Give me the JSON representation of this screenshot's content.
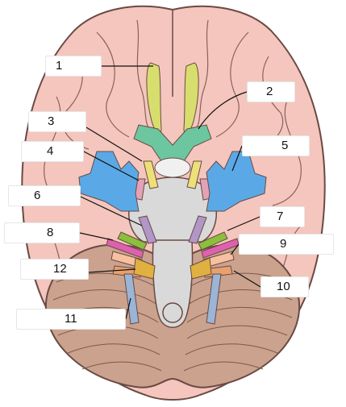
{
  "colors": {
    "cerebrum": "#f4c6bd",
    "cerebrum_stroke": "#6a4a44",
    "cerebellum": "#caa28e",
    "brainstem": "#d9d9d9",
    "olfactory": "#d7de6e",
    "optic": "#6cc6a0",
    "oculomotor": "#eee078",
    "trochlear": "#e3a2b6",
    "trigeminal": "#5aa9e6",
    "abducens": "#b196c8",
    "facial": "#8bbf3c",
    "vestibulocochlear": "#f7c09e",
    "glossopharyngeal": "#e8a06e",
    "vagus": "#e7c26a",
    "accessory": "#9ab5d6",
    "hypoglossal": "#e0b040",
    "magenta": "#e060b0"
  },
  "labels": [
    {
      "id": "1",
      "text": "1"
    },
    {
      "id": "2",
      "text": "2"
    },
    {
      "id": "3",
      "text": "3"
    },
    {
      "id": "4",
      "text": "4"
    },
    {
      "id": "5",
      "text": "5"
    },
    {
      "id": "6",
      "text": "6"
    },
    {
      "id": "7",
      "text": "7"
    },
    {
      "id": "8",
      "text": "8"
    },
    {
      "id": "9",
      "text": "9"
    },
    {
      "id": "10",
      "text": "10"
    },
    {
      "id": "11",
      "text": "11"
    },
    {
      "id": "12",
      "text": "12"
    }
  ]
}
